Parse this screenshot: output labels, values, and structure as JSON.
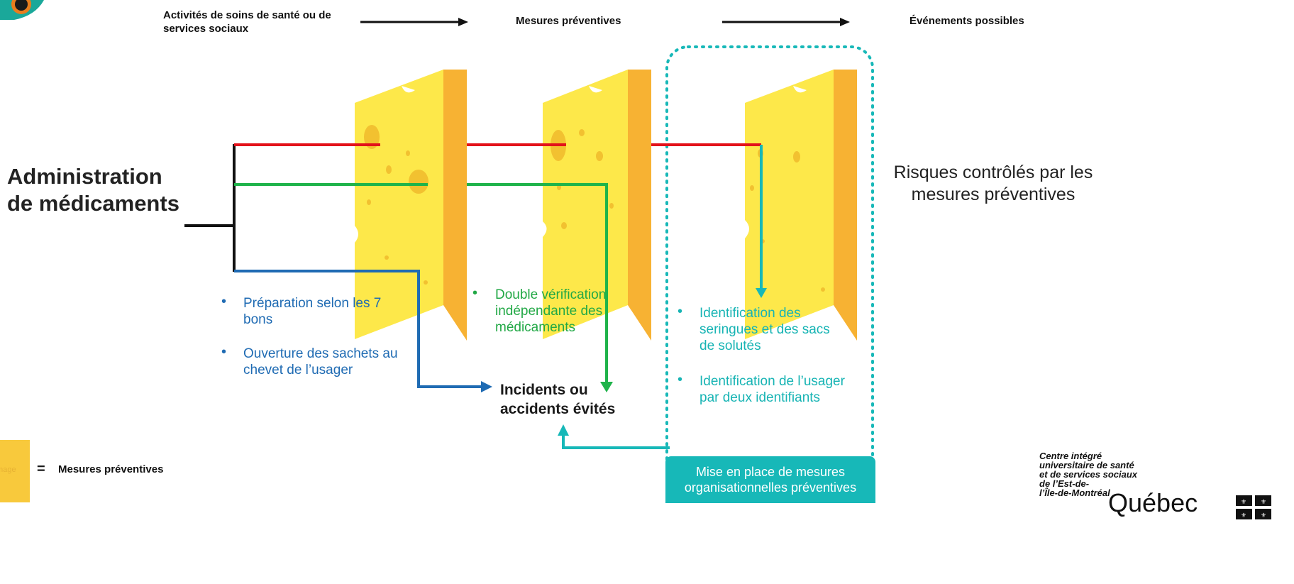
{
  "header": {
    "col1": "Activités de soins de santé ou de services sociaux",
    "col2": "Mesures préventives",
    "col3": "Événements possibles"
  },
  "main_title": "Administration de médicaments",
  "right_text": "Risques contrôlés par les mesures préventives",
  "blue_items": [
    "Préparation selon les 7 bons",
    "Ouverture des sachets au chevet de l’usager"
  ],
  "green_item": "Double vérification indépendante des médicaments",
  "incidents": "Incidents ou accidents évités",
  "teal_items": [
    "Identification des seringues et des sacs de solutés",
    "Identification de l’usager par deux identifiants"
  ],
  "teal_box": "Mise en place de mesures organisationnelles préventives",
  "legend": {
    "placeholder": "Image",
    "equals": "=",
    "label": "Mesures préventives"
  },
  "logo": {
    "line1": "Centre intégré",
    "line2": "universitaire de santé",
    "line3": "et de services sociaux",
    "line4": "de l’Est-de-",
    "line5": "l’Île-de-Montréal",
    "wordmark": "Québec"
  },
  "colors": {
    "red": "#e3121a",
    "green": "#1fb34a",
    "blue": "#1f6bb3",
    "teal": "#17b8b8",
    "cheese_front": "#fde84a",
    "cheese_side": "#f7b233"
  }
}
